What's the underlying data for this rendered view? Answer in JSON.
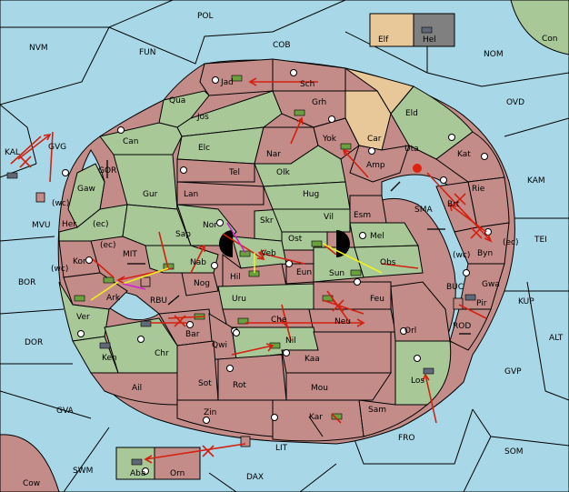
{
  "legend": {
    "elf": "Elf",
    "hel": "Hel",
    "elf_color": "#e8c898",
    "hel_color": "#808080"
  },
  "colors": {
    "sea": "#a8d8e8",
    "player_pink": "#c48c88",
    "player_green": "#a8c898",
    "neutral_tan": "#e8c898",
    "order_red": "#d42010",
    "order_yellow": "#f0f020",
    "order_magenta": "#d020d0"
  },
  "sea_zones": {
    "pol": "POL",
    "nvm": "NVM",
    "fun": "FUN",
    "cob": "COB",
    "nom": "NOM",
    "con": "Con",
    "ovd": "OVD",
    "kam": "KAM",
    "tei": "TEI",
    "kup": "KUP",
    "alt": "ALT",
    "gvp": "GVP",
    "som": "SOM",
    "fro": "FRO",
    "lit": "LIT",
    "dax": "DAX",
    "swm": "SWM",
    "cow": "Cow",
    "gva": "GVA",
    "dor": "DOR",
    "bor": "BOR",
    "kal": "KAL",
    "gvg": "GVG",
    "mvu": "MVU",
    "gor": "GOR",
    "mit": "MIT",
    "rbu": "RBU",
    "sma": "SMA",
    "buc": "BUC",
    "rod": "ROD"
  },
  "provinces": {
    "jad": "Jad",
    "sch": "Sch",
    "grh": "Grh",
    "eld": "Eld",
    "qua": "Qua",
    "jos": "Jos",
    "can": "Can",
    "elc": "Elc",
    "nar": "Nar",
    "yok": "Yok",
    "car": "Car",
    "uta": "Uta",
    "kat": "Kat",
    "tel": "Tel",
    "olk": "Olk",
    "amp": "Amp",
    "gur": "Gur",
    "lan": "Lan",
    "hug": "Hug",
    "rie": "Rie",
    "gaw": "Gaw",
    "her": "Her",
    "nor": "Nor",
    "skr": "Skr",
    "vil": "Vil",
    "esm": "Esm",
    "brt": "Brt",
    "sap": "Sap",
    "ost": "Ost",
    "mel": "Mel",
    "veb": "Veb",
    "byn": "Byn",
    "kor": "Kor",
    "nab": "Nab",
    "hil": "Hil",
    "eun": "Eun",
    "sun": "Sun",
    "obs": "Obs",
    "gwa": "Gwa",
    "ark": "Ark",
    "nog": "Nog",
    "uru": "Uru",
    "feu": "Feu",
    "pir": "Pir",
    "ver": "Ver",
    "che": "Che",
    "neu": "Neu",
    "orl": "Orl",
    "bar": "Bar",
    "qwi": "Qwi",
    "nil": "Nil",
    "ken": "Ken",
    "chr": "Chr",
    "kaa": "Kaa",
    "los": "Los",
    "sot": "Sot",
    "rot": "Rot",
    "ail": "Ail",
    "mou": "Mou",
    "zin": "Zin",
    "sam": "Sam",
    "kar": "Kar",
    "aba": "Aba",
    "orn": "Orn"
  },
  "coast_tags": {
    "wc1": "(wc)",
    "ec1": "(ec)",
    "ec2": "(ec)",
    "wc2": "(wc)",
    "wc3": "(wc)",
    "ec3": "(ec)"
  }
}
